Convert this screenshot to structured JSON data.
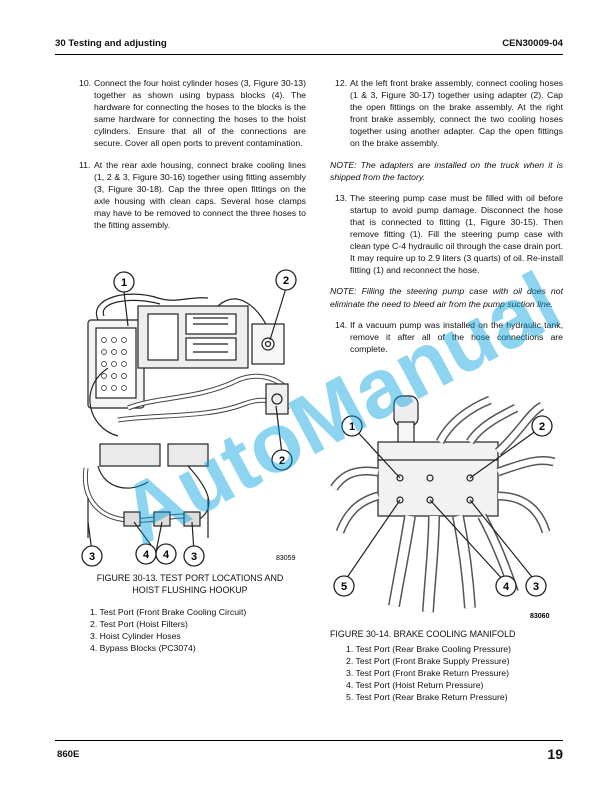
{
  "header": {
    "section": "30 Testing and adjusting",
    "doc_code": "CEN30009-04"
  },
  "left_steps": [
    {
      "num": "10.",
      "text": "Connect the four hoist cylinder hoses (3, Figure 30-13) together as shown using bypass blocks (4). The hardware for connecting the hoses to the blocks is the same hardware for connecting the hoses to the hoist cylinders. Ensure that all of the connections are secure. Cover all open ports to prevent contamination."
    },
    {
      "num": "11.",
      "text": "At the rear axle housing, connect brake cooling lines (1, 2 & 3, Figure 30-16) together using fitting assembly (3, Figure 30-18). Cap the three open fittings on the axle housing with clean caps. Several hose clamps may have to be removed to connect the three hoses to the fitting assembly."
    }
  ],
  "right_col": {
    "step12": {
      "num": "12.",
      "text": "At the left front brake assembly, connect cooling hoses (1 & 3, Figure 30-17) together using adapter (2). Cap the open fittings on the brake assembly. At the right front brake assembly, connect the two cooling hoses together using another adapter. Cap the open fittings on the brake assembly."
    },
    "note1": "NOTE: The adapters are installed on the truck when it is shipped from the factory.",
    "step13": {
      "num": "13.",
      "text": "The steering pump case must be filled with oil before startup to avoid pump damage. Disconnect the hose that is connected to fitting (1, Figure 30-15). Then remove fitting (1). Fill the steering pump case with clean type C-4 hydraulic oil through the case drain port. It may require up to 2.9 liters (3 quarts) of oil. Re-install fitting (1) and reconnect the hose."
    },
    "note2": "NOTE: Filling the steering pump case with oil does not eliminate the need to bleed air from the pump suction line.",
    "step14": {
      "num": "14.",
      "text": "If a vacuum pump was installed on the hydraulic tank, remove it after all of the hose connections are complete."
    }
  },
  "figure13": {
    "id": "83059",
    "caption_line1": "FIGURE 30-13. TEST PORT LOCATIONS AND",
    "caption_line2": "HOIST FLUSHING HOOKUP",
    "callouts": [
      "1",
      "2",
      "2",
      "3",
      "4",
      "4",
      "3"
    ],
    "legend": [
      "1. Test Port (Front Brake Cooling Circuit)",
      "2. Test Port (Hoist Filters)",
      "3. Hoist Cylinder Hoses",
      "4. Bypass Blocks (PC3074)"
    ]
  },
  "figure14": {
    "id": "83060",
    "caption": "FIGURE 30-14. BRAKE COOLING MANIFOLD",
    "callouts": [
      "1",
      "2",
      "5",
      "4",
      "3"
    ],
    "legend": [
      "1. Test Port (Rear Brake Cooling Pressure)",
      "2. Test Port (Front Brake Supply Pressure)",
      "3. Test Port (Front Brake Return Pressure)",
      "4. Test Port (Hoist Return Pressure)",
      "5. Test Port (Rear Brake Return Pressure)"
    ]
  },
  "footer": {
    "model": "860E",
    "page": "19"
  },
  "watermark": "AutoManual",
  "colors": {
    "watermark": "#00a0dc",
    "text": "#111111",
    "line_art": "#222222"
  }
}
